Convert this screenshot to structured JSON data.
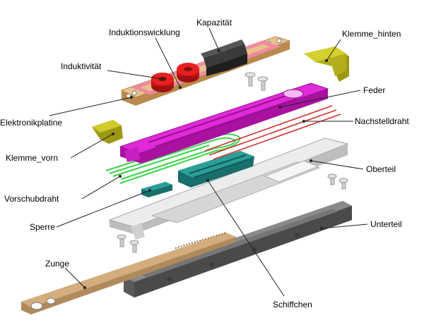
{
  "labels": {
    "kapazitaet": "Kapazität",
    "induktionswicklung": "Induktionswicklung",
    "klemme_hinten": "Klemme_hinten",
    "induktivitaet": "Induktivität",
    "feder": "Feder",
    "elektronikplatine": "Elektronikplatine",
    "nachstelldraht": "Nachstelldraht",
    "klemme_vorn": "Klemme_vorn",
    "oberteil": "Oberteil",
    "vorschubdraht": "Vorschubdraht",
    "unterteil": "Unterteil",
    "sperre": "Sperre",
    "zunge": "Zunge",
    "schiffchen": "Schiffchen"
  },
  "colors": {
    "platine": "#e8c28e",
    "platine_edge": "#b88a4e",
    "ring": "#f08aa0",
    "inductor": "#e01818",
    "capacitor": "#2e2e2e",
    "klemme": "#b8b418",
    "feder": "#d61fd0",
    "wire_red": "#d03030",
    "wire_green": "#39d24a",
    "oberteil": "#e4e4e4",
    "schiffchen": "#1e8a86",
    "unterteil": "#6e6e6e",
    "zunge": "#c9a274"
  }
}
